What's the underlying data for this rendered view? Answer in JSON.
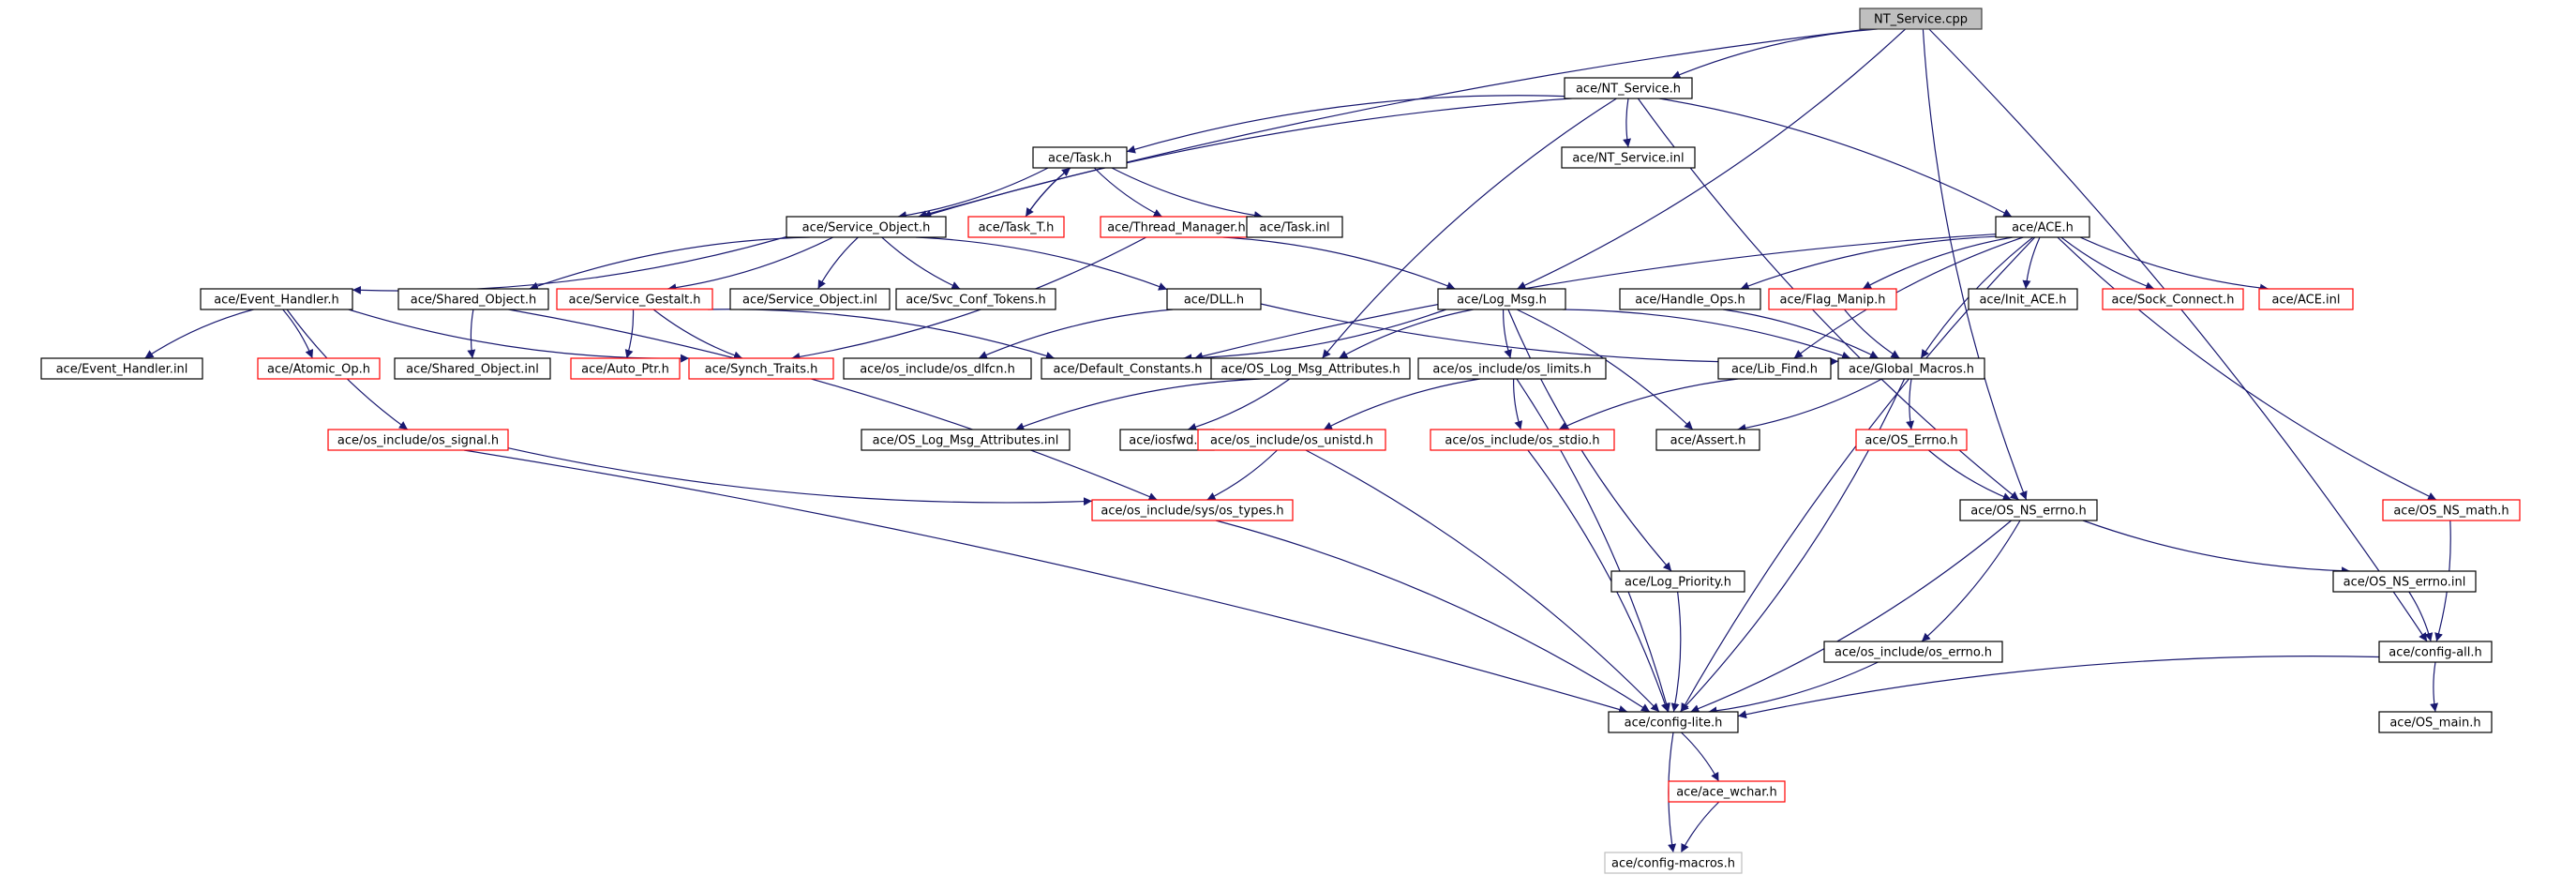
{
  "colors": {
    "edge": "#191970",
    "border_normal": "#000000",
    "border_truncated": "#ff0000",
    "border_root": "#404040",
    "fill_root": "#bfbfbf",
    "border_external": "#bfbfbf",
    "fill": "#ffffff",
    "text": "#000000"
  },
  "nodes": [
    {
      "id": "nt_service_cpp",
      "label": "NT_Service.cpp",
      "style": "root"
    },
    {
      "id": "nt_service_h",
      "label": "ace/NT_Service.h",
      "style": "normal"
    },
    {
      "id": "task_h",
      "label": "ace/Task.h",
      "style": "normal"
    },
    {
      "id": "nt_service_inl",
      "label": "ace/NT_Service.inl",
      "style": "normal"
    },
    {
      "id": "service_object_h",
      "label": "ace/Service_Object.h",
      "style": "normal"
    },
    {
      "id": "task_t_h",
      "label": "ace/Task_T.h",
      "style": "truncated"
    },
    {
      "id": "thread_manager_h",
      "label": "ace/Thread_Manager.h",
      "style": "truncated"
    },
    {
      "id": "task_inl",
      "label": "ace/Task.inl",
      "style": "normal"
    },
    {
      "id": "ace_h",
      "label": "ace/ACE.h",
      "style": "normal"
    },
    {
      "id": "event_handler_h",
      "label": "ace/Event_Handler.h",
      "style": "normal"
    },
    {
      "id": "shared_object_h",
      "label": "ace/Shared_Object.h",
      "style": "normal"
    },
    {
      "id": "service_gestalt_h",
      "label": "ace/Service_Gestalt.h",
      "style": "truncated"
    },
    {
      "id": "service_object_inl",
      "label": "ace/Service_Object.inl",
      "style": "normal"
    },
    {
      "id": "svc_conf_tokens_h",
      "label": "ace/Svc_Conf_Tokens.h",
      "style": "normal"
    },
    {
      "id": "dll_h",
      "label": "ace/DLL.h",
      "style": "normal"
    },
    {
      "id": "log_msg_h",
      "label": "ace/Log_Msg.h",
      "style": "normal"
    },
    {
      "id": "handle_ops_h",
      "label": "ace/Handle_Ops.h",
      "style": "normal"
    },
    {
      "id": "flag_manip_h",
      "label": "ace/Flag_Manip.h",
      "style": "truncated"
    },
    {
      "id": "init_ace_h",
      "label": "ace/Init_ACE.h",
      "style": "normal"
    },
    {
      "id": "sock_connect_h",
      "label": "ace/Sock_Connect.h",
      "style": "truncated"
    },
    {
      "id": "ace_inl",
      "label": "ace/ACE.inl",
      "style": "truncated"
    },
    {
      "id": "event_handler_inl",
      "label": "ace/Event_Handler.inl",
      "style": "normal"
    },
    {
      "id": "atomic_op_h",
      "label": "ace/Atomic_Op.h",
      "style": "truncated"
    },
    {
      "id": "shared_object_inl",
      "label": "ace/Shared_Object.inl",
      "style": "normal"
    },
    {
      "id": "auto_ptr_h",
      "label": "ace/Auto_Ptr.h",
      "style": "truncated"
    },
    {
      "id": "synch_traits_h",
      "label": "ace/Synch_Traits.h",
      "style": "truncated"
    },
    {
      "id": "os_dlfcn_h",
      "label": "ace/os_include/os_dlfcn.h",
      "style": "normal"
    },
    {
      "id": "default_constants_h",
      "label": "ace/Default_Constants.h",
      "style": "normal"
    },
    {
      "id": "os_log_msg_attributes_h",
      "label": "ace/OS_Log_Msg_Attributes.h",
      "style": "normal"
    },
    {
      "id": "os_limits_h",
      "label": "ace/os_include/os_limits.h",
      "style": "normal"
    },
    {
      "id": "lib_find_h",
      "label": "ace/Lib_Find.h",
      "style": "normal"
    },
    {
      "id": "global_macros_h",
      "label": "ace/Global_Macros.h",
      "style": "normal"
    },
    {
      "id": "os_signal_h",
      "label": "ace/os_include/os_signal.h",
      "style": "truncated"
    },
    {
      "id": "os_log_msg_attributes_inl",
      "label": "ace/OS_Log_Msg_Attributes.inl",
      "style": "normal"
    },
    {
      "id": "iosfwd_h",
      "label": "ace/iosfwd.h",
      "style": "normal"
    },
    {
      "id": "os_unistd_h",
      "label": "ace/os_include/os_unistd.h",
      "style": "truncated"
    },
    {
      "id": "os_stdio_h",
      "label": "ace/os_include/os_stdio.h",
      "style": "truncated"
    },
    {
      "id": "assert_h",
      "label": "ace/Assert.h",
      "style": "normal"
    },
    {
      "id": "os_errno_h",
      "label": "ace/OS_Errno.h",
      "style": "truncated"
    },
    {
      "id": "os_types_h",
      "label": "ace/os_include/sys/os_types.h",
      "style": "truncated"
    },
    {
      "id": "os_ns_errno_h",
      "label": "ace/OS_NS_errno.h",
      "style": "normal"
    },
    {
      "id": "os_ns_math_h",
      "label": "ace/OS_NS_math.h",
      "style": "truncated"
    },
    {
      "id": "log_priority_h",
      "label": "ace/Log_Priority.h",
      "style": "normal"
    },
    {
      "id": "os_ns_errno_inl",
      "label": "ace/OS_NS_errno.inl",
      "style": "normal"
    },
    {
      "id": "os_include_errno_h",
      "label": "ace/os_include/os_errno.h",
      "style": "normal"
    },
    {
      "id": "config_all_h",
      "label": "ace/config-all.h",
      "style": "normal"
    },
    {
      "id": "config_lite_h",
      "label": "ace/config-lite.h",
      "style": "normal"
    },
    {
      "id": "os_main_h",
      "label": "ace/OS_main.h",
      "style": "normal"
    },
    {
      "id": "ace_wchar_h",
      "label": "ace/ace_wchar.h",
      "style": "truncated"
    },
    {
      "id": "config_macros_h",
      "label": "ace/config-macros.h",
      "style": "external"
    }
  ],
  "edges": [
    [
      "nt_service_cpp",
      "nt_service_h"
    ],
    [
      "nt_service_cpp",
      "service_object_h"
    ],
    [
      "nt_service_cpp",
      "log_msg_h"
    ],
    [
      "nt_service_cpp",
      "os_ns_errno_h"
    ],
    [
      "nt_service_cpp",
      "config_all_h"
    ],
    [
      "nt_service_h",
      "task_h"
    ],
    [
      "nt_service_h",
      "service_object_h"
    ],
    [
      "nt_service_h",
      "nt_service_inl"
    ],
    [
      "nt_service_h",
      "ace_h"
    ],
    [
      "nt_service_h",
      "os_log_msg_attributes_h"
    ],
    [
      "nt_service_h",
      "os_ns_errno_h"
    ],
    [
      "task_h",
      "service_object_h"
    ],
    [
      "task_h",
      "task_t_h"
    ],
    [
      "task_h",
      "thread_manager_h"
    ],
    [
      "task_h",
      "task_inl"
    ],
    [
      "task_t_h",
      "task_h"
    ],
    [
      "thread_manager_h",
      "log_msg_h"
    ],
    [
      "thread_manager_h",
      "synch_traits_h"
    ],
    [
      "service_object_h",
      "event_handler_h"
    ],
    [
      "service_object_h",
      "shared_object_h"
    ],
    [
      "service_object_h",
      "service_gestalt_h"
    ],
    [
      "service_object_h",
      "service_object_inl"
    ],
    [
      "service_object_h",
      "svc_conf_tokens_h"
    ],
    [
      "service_object_h",
      "dll_h"
    ],
    [
      "event_handler_h",
      "event_handler_inl"
    ],
    [
      "event_handler_h",
      "atomic_op_h"
    ],
    [
      "event_handler_h",
      "synch_traits_h"
    ],
    [
      "event_handler_h",
      "os_signal_h"
    ],
    [
      "shared_object_h",
      "shared_object_inl"
    ],
    [
      "shared_object_h",
      "os_types_h"
    ],
    [
      "service_gestalt_h",
      "auto_ptr_h"
    ],
    [
      "service_gestalt_h",
      "synch_traits_h"
    ],
    [
      "service_gestalt_h",
      "default_constants_h"
    ],
    [
      "dll_h",
      "os_dlfcn_h"
    ],
    [
      "dll_h",
      "global_macros_h"
    ],
    [
      "ace_h",
      "default_constants_h"
    ],
    [
      "ace_h",
      "handle_ops_h"
    ],
    [
      "ace_h",
      "flag_manip_h"
    ],
    [
      "ace_h",
      "init_ace_h"
    ],
    [
      "ace_h",
      "sock_connect_h"
    ],
    [
      "ace_h",
      "ace_inl"
    ],
    [
      "ace_h",
      "lib_find_h"
    ],
    [
      "ace_h",
      "global_macros_h"
    ],
    [
      "ace_h",
      "os_ns_math_h"
    ],
    [
      "ace_h",
      "config_lite_h"
    ],
    [
      "log_msg_h",
      "default_constants_h"
    ],
    [
      "log_msg_h",
      "os_log_msg_attributes_h"
    ],
    [
      "log_msg_h",
      "os_limits_h"
    ],
    [
      "log_msg_h",
      "global_macros_h"
    ],
    [
      "log_msg_h",
      "assert_h"
    ],
    [
      "log_msg_h",
      "log_priority_h"
    ],
    [
      "handle_ops_h",
      "global_macros_h"
    ],
    [
      "flag_manip_h",
      "global_macros_h"
    ],
    [
      "lib_find_h",
      "os_stdio_h"
    ],
    [
      "os_log_msg_attributes_h",
      "os_log_msg_attributes_inl"
    ],
    [
      "os_log_msg_attributes_h",
      "iosfwd_h"
    ],
    [
      "os_limits_h",
      "os_unistd_h"
    ],
    [
      "os_limits_h",
      "os_stdio_h"
    ],
    [
      "os_limits_h",
      "config_lite_h"
    ],
    [
      "global_macros_h",
      "assert_h"
    ],
    [
      "global_macros_h",
      "os_errno_h"
    ],
    [
      "global_macros_h",
      "config_lite_h"
    ],
    [
      "os_errno_h",
      "os_ns_errno_h"
    ],
    [
      "os_signal_h",
      "os_types_h"
    ],
    [
      "os_signal_h",
      "config_lite_h"
    ],
    [
      "os_unistd_h",
      "os_types_h"
    ],
    [
      "os_unistd_h",
      "config_lite_h"
    ],
    [
      "os_stdio_h",
      "config_lite_h"
    ],
    [
      "os_types_h",
      "config_lite_h"
    ],
    [
      "log_priority_h",
      "config_lite_h"
    ],
    [
      "os_ns_errno_h",
      "os_ns_errno_inl"
    ],
    [
      "os_ns_errno_h",
      "os_include_errno_h"
    ],
    [
      "os_ns_errno_h",
      "config_lite_h"
    ],
    [
      "os_ns_errno_inl",
      "config_all_h"
    ],
    [
      "os_include_errno_h",
      "config_lite_h"
    ],
    [
      "os_ns_math_h",
      "config_all_h"
    ],
    [
      "config_all_h",
      "config_lite_h"
    ],
    [
      "config_all_h",
      "os_main_h"
    ],
    [
      "config_lite_h",
      "ace_wchar_h"
    ],
    [
      "config_lite_h",
      "config_macros_h"
    ],
    [
      "ace_wchar_h",
      "config_macros_h"
    ]
  ]
}
